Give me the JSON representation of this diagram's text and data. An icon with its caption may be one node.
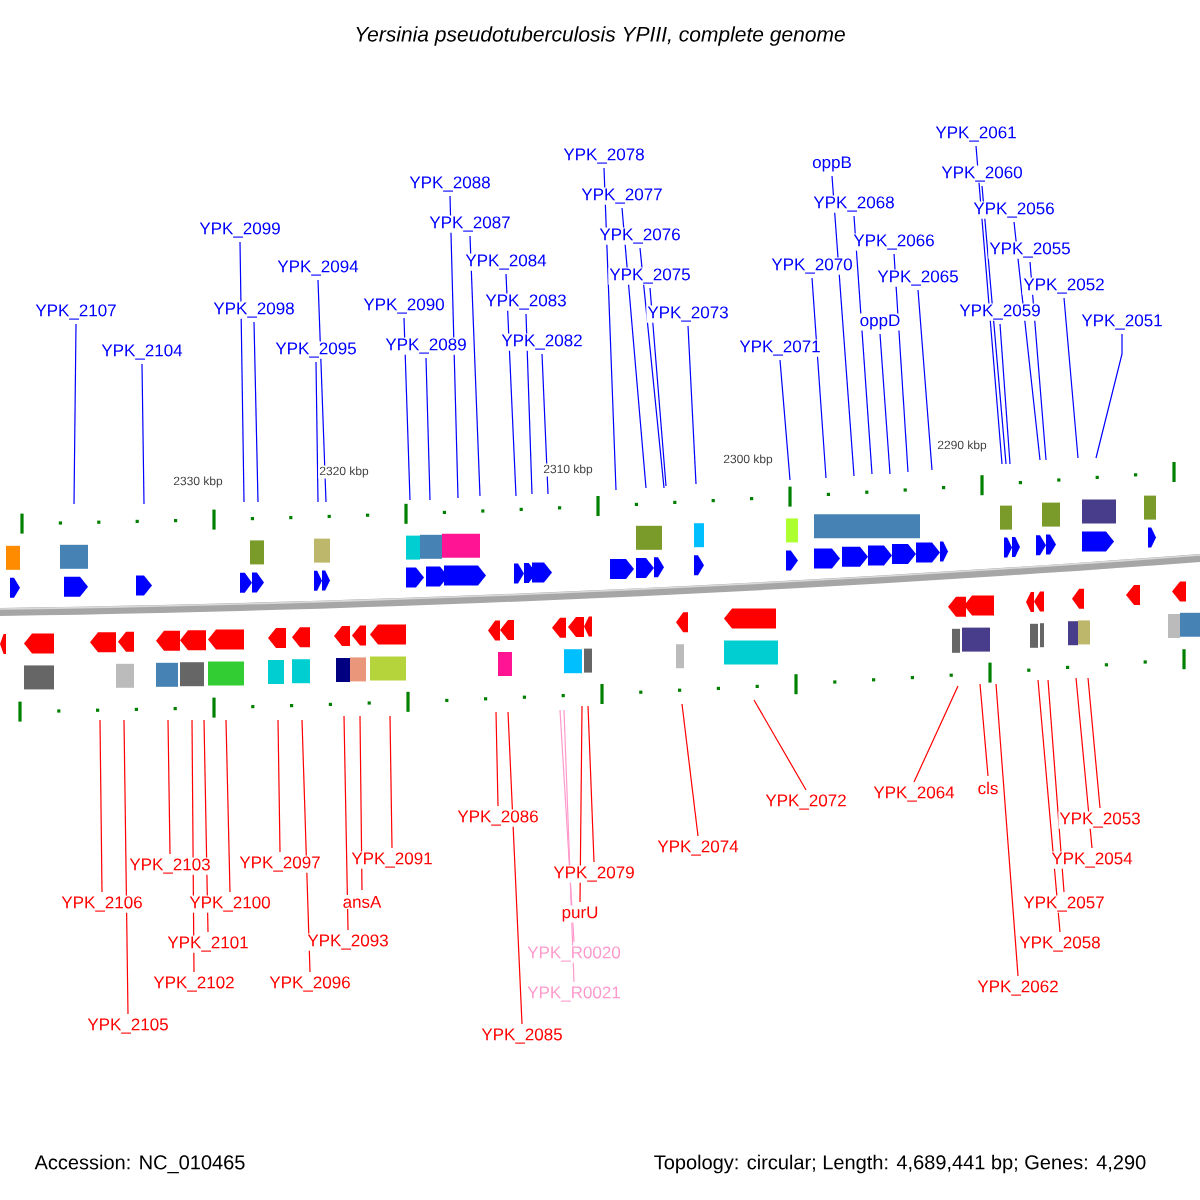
{
  "diagram": {
    "title": "*Yersinia pseudotuberculosis* YPIII, complete genome",
    "nodes": [
      {
        "text": [
          "YPK_2107"
        ]
      },
      {
        "text": [
          "YPK_2104"
        ]
      },
      {
        "text": [
          "YPK_2099"
        ]
      },
      {
        "text": [
          "YPK_2098"
        ]
      },
      {
        "text": [
          "YPK_2094"
        ]
      },
      {
        "text": [
          "YPK_2095"
        ]
      },
      {
        "text": [
          "YPK_2090"
        ]
      },
      {
        "text": [
          "YPK_2089"
        ]
      },
      {
        "text": [
          "YPK_2088"
        ]
      },
      {
        "text": [
          "YPK_2087"
        ]
      },
      {
        "text": [
          "YPK_2084"
        ]
      },
      {
        "text": [
          "YPK_2083"
        ]
      },
      {
        "text": [
          "YPK_2082"
        ]
      },
      {
        "text": [
          "YPK_2078"
        ]
      },
      {
        "text": [
          "YPK_2077"
        ]
      },
      {
        "text": [
          "YPK_2076"
        ]
      },
      {
        "text": [
          "YPK_2075"
        ]
      },
      {
        "text": [
          "YPK_2073"
        ]
      },
      {
        "text": [
          "YPK_2071"
        ]
      },
      {
        "text": [
          "YPK_2070"
        ]
      },
      {
        "text": [
          "oppB"
        ]
      },
      {
        "text": [
          "YPK_2068"
        ]
      },
      {
        "text": [
          "YPK_2066"
        ]
      },
      {
        "text": [
          "oppD"
        ]
      },
      {
        "text": [
          "YPK_2065"
        ]
      },
      {
        "text": [
          "YPK_2061"
        ]
      },
      {
        "text": [
          "YPK_2060"
        ]
      },
      {
        "text": [
          "YPK_2056"
        ]
      },
      {
        "text": [
          "YPK_2055"
        ]
      },
      {
        "text": [
          "YPK_2059"
        ]
      },
      {
        "text": [
          "YPK_2052"
        ]
      },
      {
        "text": [
          "YPK_2051"
        ]
      },
      {
        "text": [
          "YPK_2106"
        ]
      },
      {
        "text": [
          "YPK_2105"
        ]
      },
      {
        "text": [
          "YPK_2103"
        ]
      },
      {
        "text": [
          "YPK_2102"
        ]
      },
      {
        "text": [
          "YPK_2101"
        ]
      },
      {
        "text": [
          "YPK_2100"
        ]
      },
      {
        "text": [
          "YPK_2097"
        ]
      },
      {
        "text": [
          "YPK_2096"
        ]
      },
      {
        "text": [
          "YPK_2093"
        ]
      },
      {
        "text": [
          "ansA"
        ]
      },
      {
        "text": [
          "YPK_2091"
        ]
      },
      {
        "text": [
          "YPK_2086"
        ]
      },
      {
        "text": [
          "YPK_2085"
        ]
      },
      {
        "text": [
          "YPK_2079"
        ]
      },
      {
        "text": [
          "purU"
        ]
      },
      {
        "text": [
          "YPK_R0020"
        ]
      },
      {
        "text": [
          "YPK_R0021"
        ]
      },
      {
        "text": [
          "YPK_2074"
        ]
      },
      {
        "text": [
          "YPK_2072"
        ]
      },
      {
        "text": [
          "YPK_2064"
        ]
      },
      {
        "text": [
          "cls"
        ]
      },
      {
        "text": [
          "YPK_2062"
        ]
      },
      {
        "text": [
          "YPK_2058"
        ]
      },
      {
        "text": [
          "YPK_2057"
        ]
      },
      {
        "text": [
          "YPK_2054"
        ]
      },
      {
        "text": [
          "YPK_2053"
        ]
      }
    ],
    "edges": [
      {
        "from": 0,
        "to": null,
        "arrow": "none"
      },
      {
        "from": 1,
        "to": null,
        "arrow": "none"
      },
      {
        "from": 2,
        "to": null,
        "arrow": "none"
      },
      {
        "from": 3,
        "to": null,
        "arrow": "none"
      },
      {
        "from": 4,
        "to": null,
        "arrow": "none"
      },
      {
        "from": 5,
        "to": null,
        "arrow": "none"
      },
      {
        "from": 6,
        "to": null,
        "arrow": "none"
      },
      {
        "from": 7,
        "to": null,
        "arrow": "none"
      },
      {
        "from": 8,
        "to": null,
        "arrow": "none"
      },
      {
        "from": 9,
        "to": null,
        "arrow": "none"
      },
      {
        "from": 10,
        "to": null,
        "arrow": "none"
      },
      {
        "from": 11,
        "to": null,
        "arrow": "none"
      },
      {
        "from": 12,
        "to": null,
        "arrow": "none"
      },
      {
        "from": 13,
        "to": null,
        "arrow": "none"
      },
      {
        "from": 14,
        "to": null,
        "arrow": "none"
      },
      {
        "from": 15,
        "to": null,
        "arrow": "none"
      },
      {
        "from": 16,
        "to": null,
        "arrow": "none"
      },
      {
        "from": 17,
        "to": null,
        "arrow": "none"
      },
      {
        "from": 18,
        "to": null,
        "arrow": "none"
      },
      {
        "from": 19,
        "to": null,
        "arrow": "none"
      },
      {
        "from": 20,
        "to": null,
        "arrow": "none"
      },
      {
        "from": 21,
        "to": null,
        "arrow": "none"
      },
      {
        "from": 22,
        "to": null,
        "arrow": "none"
      },
      {
        "from": 23,
        "to": null,
        "arrow": "none"
      },
      {
        "from": 24,
        "to": null,
        "arrow": "none"
      },
      {
        "from": 25,
        "to": null,
        "arrow": "none"
      },
      {
        "from": 26,
        "to": null,
        "arrow": "none"
      },
      {
        "from": 27,
        "to": null,
        "arrow": "none"
      },
      {
        "from": 28,
        "to": null,
        "arrow": "none"
      },
      {
        "from": 29,
        "to": null,
        "arrow": "none"
      },
      {
        "from": 30,
        "to": null,
        "arrow": "none"
      },
      {
        "from": 31,
        "to": null,
        "arrow": "none"
      },
      {
        "from": 32,
        "to": null,
        "arrow": "none",
        "color": "#ff0000"
      },
      {
        "from": 33,
        "to": null,
        "arrow": "none",
        "color": "#ff0000"
      },
      {
        "from": 34,
        "to": null,
        "arrow": "none",
        "color": "#ff0000"
      },
      {
        "from": 35,
        "to": null,
        "arrow": "none",
        "color": "#ff0000"
      },
      {
        "from": 36,
        "to": null,
        "arrow": "none",
        "color": "#ff0000"
      },
      {
        "from": 37,
        "to": null,
        "arrow": "none",
        "color": "#ff0000"
      },
      {
        "from": 38,
        "to": null,
        "arrow": "none",
        "color": "#ff0000"
      },
      {
        "from": 39,
        "to": null,
        "arrow": "none",
        "color": "#ff0000"
      },
      {
        "from": 40,
        "to": null,
        "arrow": "none",
        "color": "#ff0000"
      },
      {
        "from": 41,
        "to": null,
        "arrow": "none",
        "color": "#ff0000"
      },
      {
        "from": 42,
        "to": null,
        "arrow": "none",
        "color": "#ff0000"
      },
      {
        "from": 43,
        "to": null,
        "arrow": "none",
        "color": "#ff0000"
      },
      {
        "from": 44,
        "to": null,
        "arrow": "none",
        "color": "#ff0000"
      },
      {
        "from": 45,
        "to": null,
        "arrow": "none",
        "color": "#ff0000"
      },
      {
        "from": 46,
        "to": null,
        "arrow": "none",
        "color": "#ff0000"
      },
      {
        "from": 47,
        "to": null,
        "arrow": "none",
        "color": "#ff99cc"
      },
      {
        "from": 48,
        "to": null,
        "arrow": "none",
        "color": "#ff99cc"
      },
      {
        "from": 49,
        "to": null,
        "arrow": "none",
        "color": "#ff0000"
      },
      {
        "from": 50,
        "to": null,
        "arrow": "none",
        "color": "#ff0000"
      },
      {
        "from": 51,
        "to": null,
        "arrow": "none",
        "color": "#ff0000"
      },
      {
        "from": 52,
        "to": null,
        "arrow": "none",
        "color": "#ff0000"
      },
      {
        "from": 53,
        "to": null,
        "arrow": "none",
        "color": "#ff0000"
      },
      {
        "from": 54,
        "to": null,
        "arrow": "none",
        "color": "#ff0000"
      },
      {
        "from": 55,
        "to": null,
        "arrow": "none",
        "color": "#ff0000"
      },
      {
        "from": 56,
        "to": null,
        "arrow": "none",
        "color": "#ff0000"
      },
      {
        "from": 57,
        "to": null,
        "arrow": "none",
        "color": "#ff0000"
      }
    ],
    "labels": [
      "2330 kbp",
      "2320 kbp",
      "2310 kbp",
      "2300 kbp",
      "2290 kbp",
      "Accession: NC_010465",
      "Topology: circular; Length: 4,689,441 bp; Genes: 4,290"
    ]
  }
}
